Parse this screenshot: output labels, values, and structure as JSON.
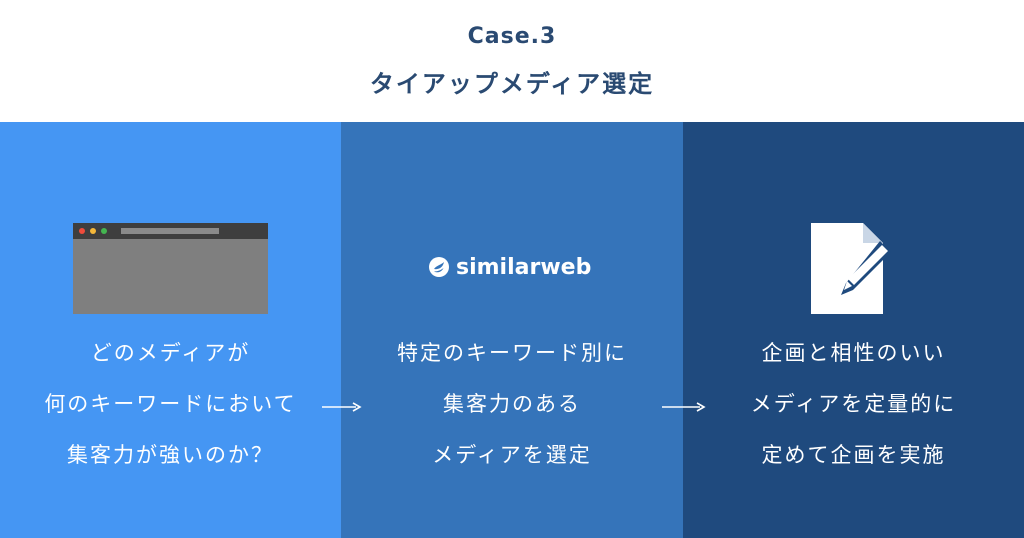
{
  "header": {
    "case_label": "Case.3",
    "title": "タイアップメディア選定"
  },
  "panels": [
    {
      "icon": "browser-window-icon",
      "lines": [
        "どのメディアが",
        "何のキーワードにおいて",
        "集客力が強いのか？"
      ],
      "color": "#4596f3"
    },
    {
      "icon": "similarweb-logo",
      "logo_text": "similarweb",
      "lines": [
        "特定のキーワード別に",
        "集客力のある",
        "メディアを選定"
      ],
      "color": "#3574ba"
    },
    {
      "icon": "document-pen-icon",
      "lines": [
        "企画と相性のいい",
        "メディアを定量的に",
        "定めて企画を実施"
      ],
      "color": "#1f4a7e"
    }
  ],
  "colors": {
    "header_text": "#2a4a72",
    "panel_text": "#ffffff"
  }
}
